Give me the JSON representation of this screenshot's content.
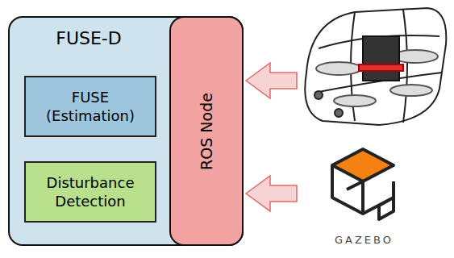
{
  "diagram": {
    "nodes": [
      {
        "text": [
          "FUSE-D"
        ]
      },
      {
        "text": [
          "FUSE (Estimation)"
        ],
        "in": 0
      },
      {
        "text": [
          "Disturbance Detection"
        ],
        "in": 0
      },
      {
        "text": [
          "ROS Node"
        ],
        "in": 0
      }
    ],
    "labels": [
      "GAZEBO"
    ]
  }
}
